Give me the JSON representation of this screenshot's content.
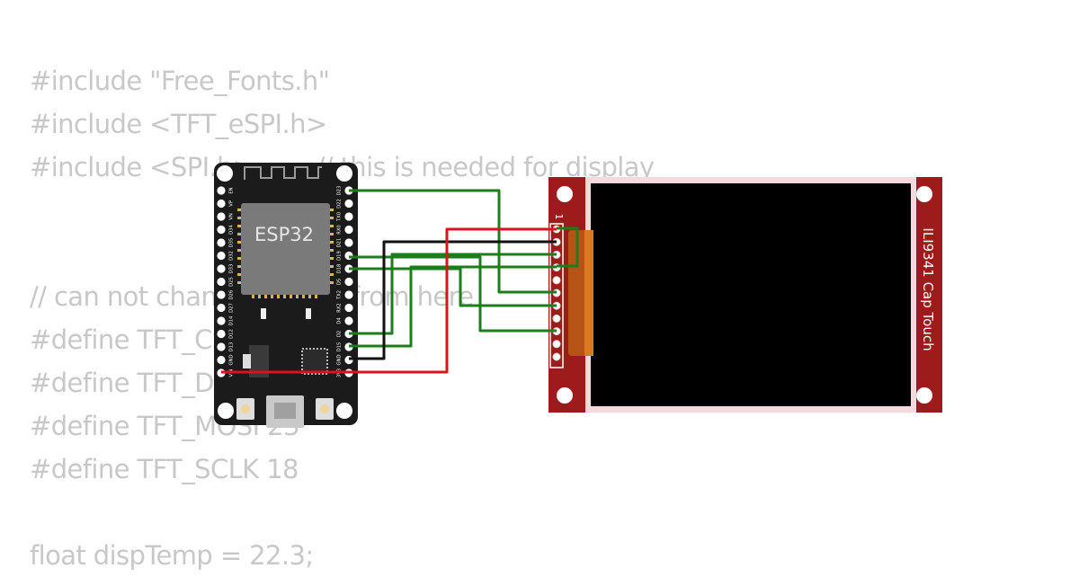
{
  "code": {
    "lines": [
      "#include \"Free_Fonts.h\"",
      "#include <TFT_eSPI.h>",
      "#include <SPI.h>        // this is needed for display",
      "",
      "",
      "// can not change setting from here",
      "#define TFT_CS   15",
      "#define TFT_DC    2",
      "#define TFT_MOSI 23",
      "#define TFT_SCLK 18",
      "",
      "float dispTemp = 22.3;"
    ]
  },
  "esp32": {
    "chip_label": "ESP32",
    "left_pins": [
      "EN",
      "VP",
      "VN",
      "D34",
      "D35",
      "D32",
      "D33",
      "D25",
      "D26",
      "D27",
      "D14",
      "D12",
      "D13",
      "GND",
      "VIN"
    ],
    "right_pins": [
      "D23",
      "D22",
      "TX0",
      "RX0",
      "D21",
      "D19",
      "D18",
      "D5",
      "TX2",
      "RX2",
      "D4",
      "D2",
      "D15",
      "GND",
      "3V3"
    ]
  },
  "display": {
    "label": "ILI9341 Cap Touch",
    "pin1_marker": "1"
  },
  "colors": {
    "board": "#1b1b1b",
    "chip": "#7a7a7a",
    "display_pcb": "#9e1b1b",
    "screen": "#000000",
    "wire_green": "#1a7f1a",
    "wire_red": "#d6161c",
    "wire_black": "#111111",
    "code_text": "#c8c8c8"
  }
}
